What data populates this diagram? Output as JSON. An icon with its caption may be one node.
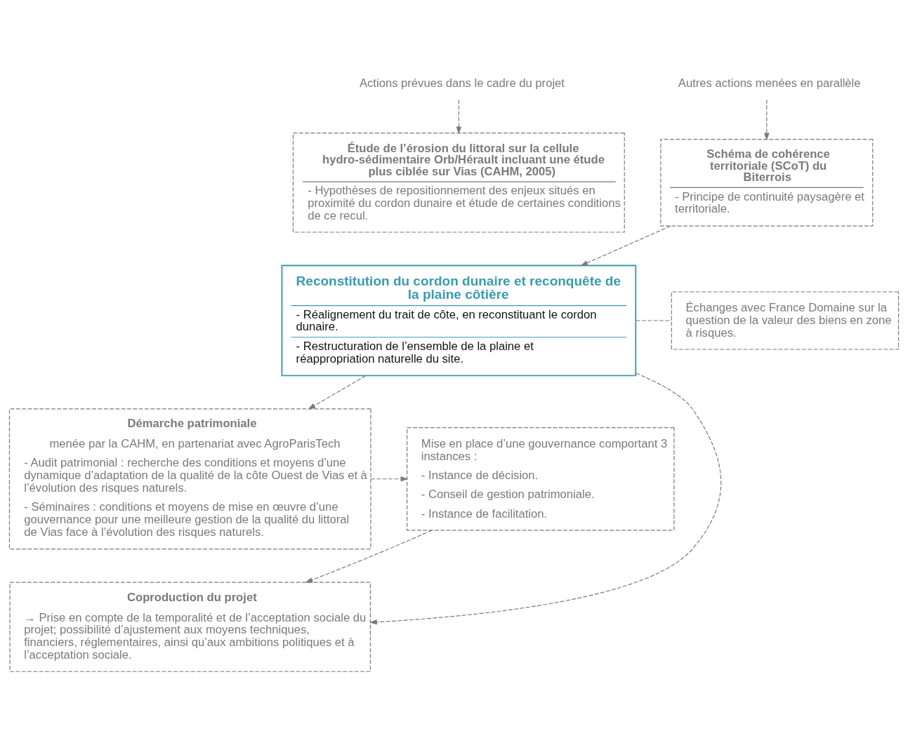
{
  "diagram": {
    "nodes": [
      {
        "text": [
          "Actions prévues dans le cadre du projet"
        ]
      },
      {
        "text": [
          "Étude de l’érosion du littoral sur la cellule hydro-sédimentaire Orb/Hérault incluant une étude plus ciblée sur Vias (CAHM, 2005)",
          "- Hypothèses de repositionnement des enjeux situés en proximité du cordon dunaire et étude de certaines conditions de ce recul."
        ]
      },
      {
        "text": [
          "Autres actions menées en parallèle"
        ]
      },
      {
        "text": [
          "Schéma de cohérence territoriale (SCoT) du Biterrois",
          "- Principe de continuité paysagère et territoriale."
        ]
      },
      {
        "text": [
          "Reconstitution du cordon dunaire et reconquête de la plaine côtière",
          "- Réalignement du trait de côte, en reconstituant le cordon dunaire.",
          "- Restructuration de l’ensemble de la plaine et réappropriation naturelle du site."
        ]
      },
      {
        "text": [
          "Échanges avec France Domaine sur la question de la valeur des biens en zone à risques."
        ]
      },
      {
        "text": [
          "Démarche patrimoniale",
          "menée par la CAHM, en partenariat avec AgroParisTech",
          "- Audit patrimonial : recherche des conditions et moyens d’une dynamique d’adaptation de la qualité de la côte Ouest de Vias et à l’évolution des risques naturels.",
          "- Séminaires : conditions et moyens de mise en œuvre d’une gouvernance pour une meilleure gestion de la qualité du littoral de Vias face à l’évolution des risques naturels."
        ]
      },
      {
        "text": [
          "Coproduction du projet",
          "→ Prise en compte de la temporalité et de l’acceptation sociale du projet; possibilité d’ajustement aux moyens techniques, financiers, réglementaires, ainsi qu’aux ambitions politiques et à l’acceptation sociale."
        ]
      },
      {
        "text": [
          "Mise en place d’une gouvernance comportant 3 instances :",
          "- Instance de décision.",
          "- Conseil de gestion patrimoniale.",
          "- Instance de facilitation."
        ]
      }
    ],
    "edges": [
      {
        "from": 0,
        "to": 1,
        "arrow": "to",
        "style": "dashed"
      },
      {
        "from": 2,
        "to": 3,
        "arrow": "to",
        "style": "dashed"
      },
      {
        "from": 3,
        "to": 4,
        "arrow": "to",
        "style": "dashed"
      },
      {
        "from": 4,
        "to": 5,
        "arrow": "none",
        "style": "dashed"
      },
      {
        "from": 4,
        "to": 6,
        "arrow": "to",
        "style": "dashed"
      },
      {
        "from": 4,
        "to": 7,
        "arrow": "to",
        "style": "dashed"
      },
      {
        "from": 6,
        "to": 8,
        "arrow": "to",
        "style": "dashed"
      },
      {
        "from": 8,
        "to": 7,
        "arrow": "to",
        "style": "dashed"
      }
    ]
  }
}
